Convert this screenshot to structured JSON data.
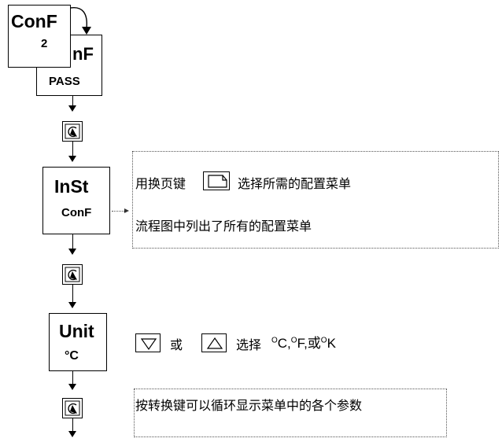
{
  "conf_box": {
    "front_title": "ConF",
    "front_sub": "2",
    "back_title": "nF",
    "back_sub": "PASS"
  },
  "inst_box": {
    "title": "InSt",
    "sub": "ConF"
  },
  "unit_box": {
    "title": "Unit",
    "sub": "°C"
  },
  "notes": {
    "page_key_prefix": "用换页键",
    "page_key_suffix": "选择所需的配置菜单",
    "flowchart_line": "流程图中列出了所有的配置菜单",
    "or_word": "或",
    "select_word": "选择",
    "unit_options": [
      "C,",
      "F,或",
      "K"
    ],
    "unit_degree": "O",
    "scroll_line": "按转换键可以循环显示菜单中的各个参数"
  },
  "icons": {
    "scroll_key": "scroll-key-icon",
    "page_key": "page-key-icon",
    "down_key": "down-triangle-icon",
    "up_key": "up-triangle-icon"
  }
}
